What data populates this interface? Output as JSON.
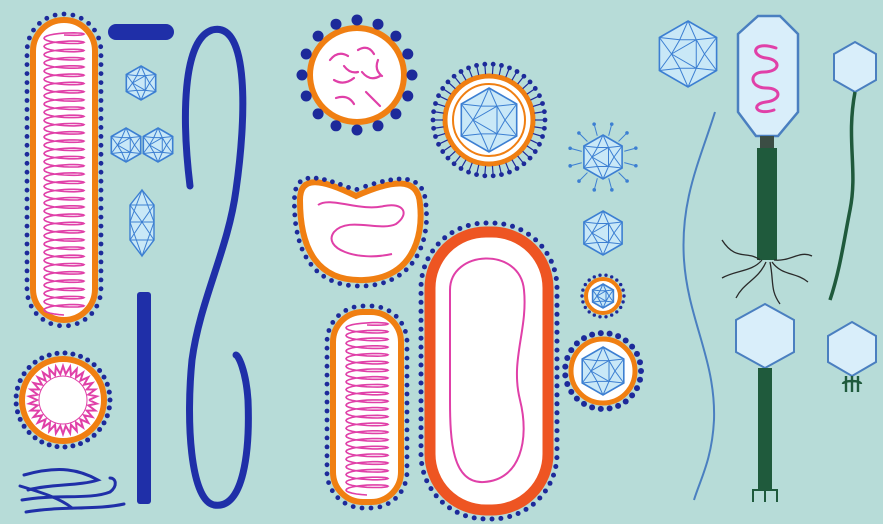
{
  "figure": {
    "background_color": "#b7dcd8",
    "colors": {
      "envelope_orange": "#f07f12",
      "envelope_red": "#ee5522",
      "spike_blue": "#1d2a9a",
      "nucleic_magenta": "#e040a8",
      "capsid_fill": "#c9e8f7",
      "capsid_stroke": "#3c7fd2",
      "filament_blue": "#1f2fa8",
      "phage_tail": "#1f5a3c",
      "phage_head_fill": "#d9eefa",
      "phage_head_stroke": "#4a7fc0"
    },
    "viruses": [
      {
        "id": "rod-enveloped-helical",
        "icon": "rod-virus-icon"
      },
      {
        "id": "spherical-enveloped-small",
        "icon": "round-virus-icon"
      },
      {
        "id": "tangled-filaments",
        "icon": "filament-icon"
      },
      {
        "id": "short-rod",
        "icon": "rod-icon"
      },
      {
        "id": "small-icosahedra",
        "icon": "icosahedron-icon"
      },
      {
        "id": "long-rod",
        "icon": "rod-icon"
      },
      {
        "id": "long-filament",
        "icon": "filament-icon"
      },
      {
        "id": "spherical-enveloped-coiled",
        "icon": "round-virus-icon"
      },
      {
        "id": "bean-shaped-enveloped",
        "icon": "bean-virus-icon"
      },
      {
        "id": "bullet-shaped-enveloped",
        "icon": "bullet-virus-icon"
      },
      {
        "id": "large-bacilliform-enveloped",
        "icon": "bacilliform-virus-icon"
      },
      {
        "id": "enveloped-icosahedral",
        "icon": "enveloped-icosahedron-icon"
      },
      {
        "id": "spiked-icosahedron",
        "icon": "spiked-icosahedron-icon"
      },
      {
        "id": "naked-icosahedron",
        "icon": "icosahedron-icon"
      },
      {
        "id": "small-enveloped-icosahedron",
        "icon": "enveloped-icosahedron-icon"
      },
      {
        "id": "enveloped-icosahedron-medium",
        "icon": "enveloped-icosahedron-icon"
      },
      {
        "id": "thin-filamentous",
        "icon": "filament-icon"
      },
      {
        "id": "phage-icosahedral-head",
        "icon": "icosahedron-icon"
      },
      {
        "id": "t-even-phage",
        "icon": "bacteriophage-icon"
      },
      {
        "id": "long-tailed-phage",
        "icon": "bacteriophage-icon"
      },
      {
        "id": "contractile-tail-phage",
        "icon": "bacteriophage-icon"
      },
      {
        "id": "short-tailed-phage",
        "icon": "bacteriophage-icon"
      }
    ]
  }
}
